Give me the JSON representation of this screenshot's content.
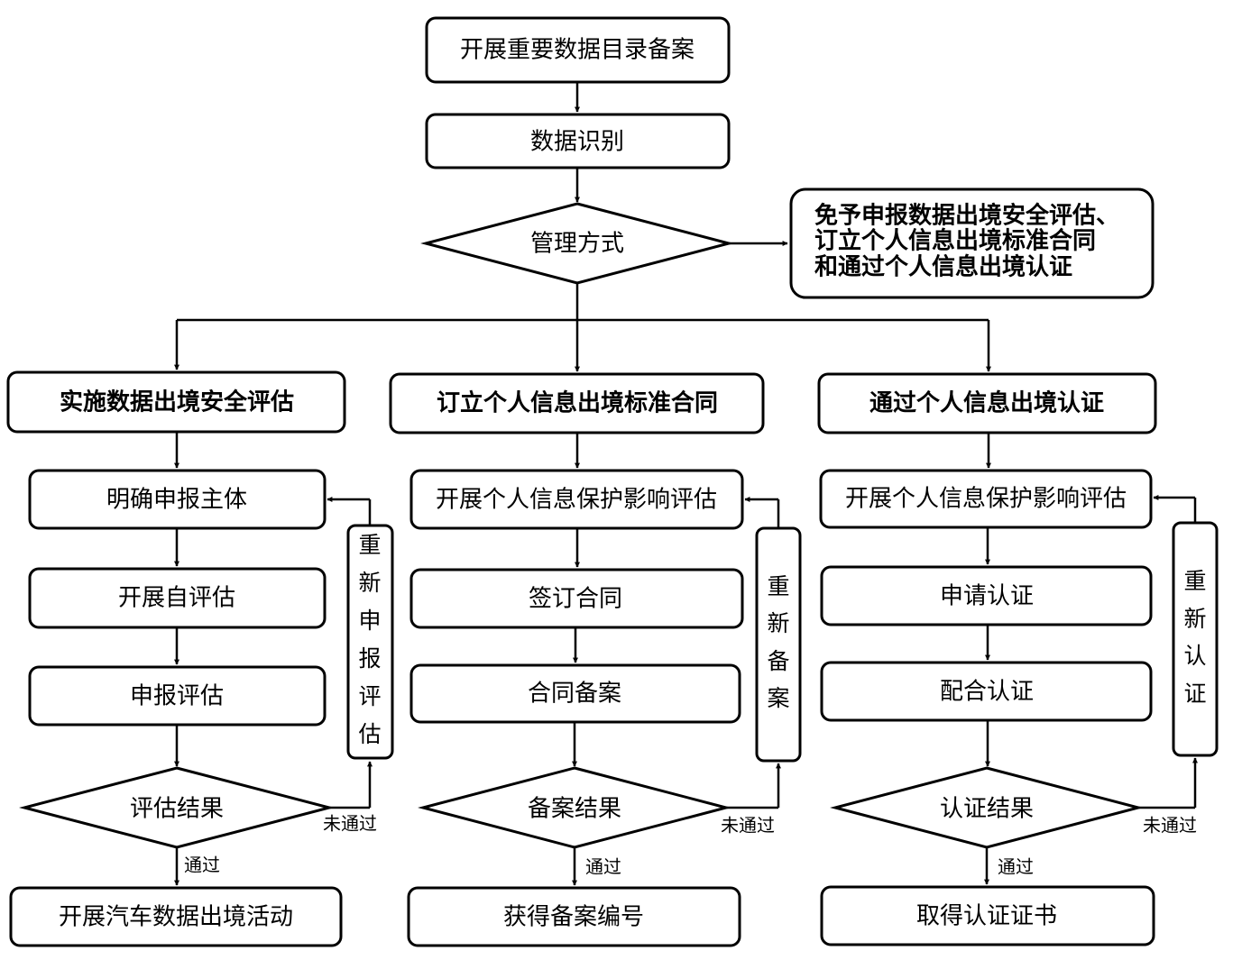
{
  "top": {
    "catalog_filing": "开展重要数据目录备案",
    "data_identification": "数据识别",
    "management_mode": "管理方式",
    "exemption_lines": [
      "免予申报数据出境安全评估、",
      "订立个人信息出境标准合同",
      "和通过个人信息出境认证"
    ]
  },
  "left": {
    "header": "实施数据出境安全评估",
    "step1": "明确申报主体",
    "step2": "开展自评估",
    "step3": "申报评估",
    "decision": "评估结果",
    "pass_label": "通过",
    "fail_label": "未通过",
    "result": "开展汽车数据出境活动",
    "retry": [
      "重",
      "新",
      "申",
      "报",
      "评",
      "估"
    ]
  },
  "middle": {
    "header": "订立个人信息出境标准合同",
    "step1": "开展个人信息保护影响评估",
    "step2": "签订合同",
    "step3": "合同备案",
    "decision": "备案结果",
    "pass_label": "通过",
    "fail_label": "未通过",
    "result": "获得备案编号",
    "retry": [
      "重",
      "新",
      "备",
      "案"
    ]
  },
  "right": {
    "header": "通过个人信息出境认证",
    "step1": "开展个人信息保护影响评估",
    "step2": "申请认证",
    "step3": "配合认证",
    "decision": "认证结果",
    "pass_label": "通过",
    "fail_label": "未通过",
    "result": "取得认证证书",
    "retry": [
      "重",
      "新",
      "认",
      "证"
    ]
  }
}
